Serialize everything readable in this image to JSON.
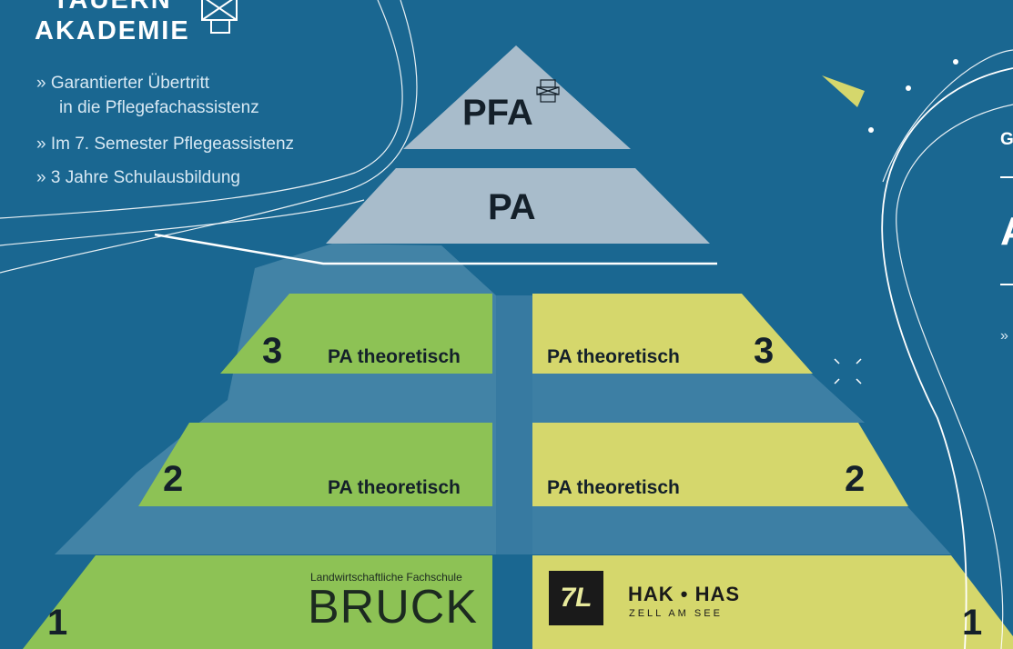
{
  "logo": {
    "line1": "TAUERN",
    "line2": "AKADEMIE"
  },
  "bullets": [
    {
      "marker": "»",
      "line1": "Garantierter Übertritt",
      "line2": "in die Pflegefachassistenz"
    },
    {
      "marker": "»",
      "line1": "Im 7. Semester Pflegeassistenz"
    },
    {
      "marker": "»",
      "line1": "3 Jahre Schulausbildung"
    }
  ],
  "pyramid": {
    "top_label": "PFA",
    "middle_label": "PA"
  },
  "left_column": [
    {
      "number": "3",
      "label": "PA theoretisch"
    },
    {
      "number": "2",
      "label": "PA theoretisch"
    },
    {
      "number": "1",
      "school_small": "Landwirtschaftliche Fachschule",
      "school_big": "BRUCK"
    }
  ],
  "right_column": [
    {
      "number": "3",
      "label": "PA theoretisch"
    },
    {
      "number": "2",
      "label": "PA theoretisch"
    },
    {
      "number": "1",
      "logo_mark": "7L",
      "school_title": "HAK • HAS",
      "school_sub": "ZELL AM SEE"
    }
  ],
  "right_edge": {
    "small": "G",
    "big": "A",
    "bullet": "»"
  },
  "colors": {
    "background": "#1a6791",
    "green": "#8dc255",
    "yellow": "#d5d76c",
    "grey": "#a8bccb",
    "white_line": "#ffffff"
  }
}
